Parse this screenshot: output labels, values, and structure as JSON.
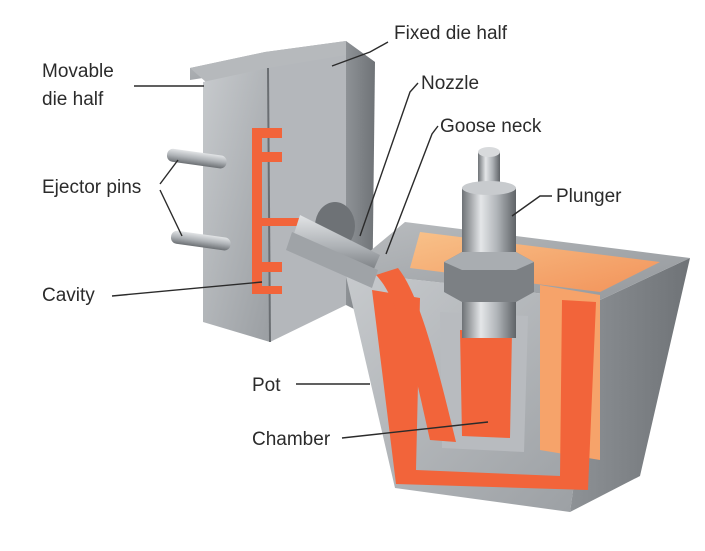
{
  "labels": {
    "movable_die_half_line1": "Movable",
    "movable_die_half_line2": "die half",
    "fixed_die_half": "Fixed die half",
    "nozzle": "Nozzle",
    "goose_neck": "Goose neck",
    "plunger": "Plunger",
    "ejector_pins": "Ejector pins",
    "cavity": "Cavity",
    "pot": "Pot",
    "chamber": "Chamber"
  },
  "colors": {
    "metal_light": "#c9cccf",
    "metal_mid": "#a7abaf",
    "metal_dark": "#7d8185",
    "molten_metal": "#f2643a",
    "molten_surface": "#f6b27a",
    "leader_line": "#2b2b2b"
  }
}
